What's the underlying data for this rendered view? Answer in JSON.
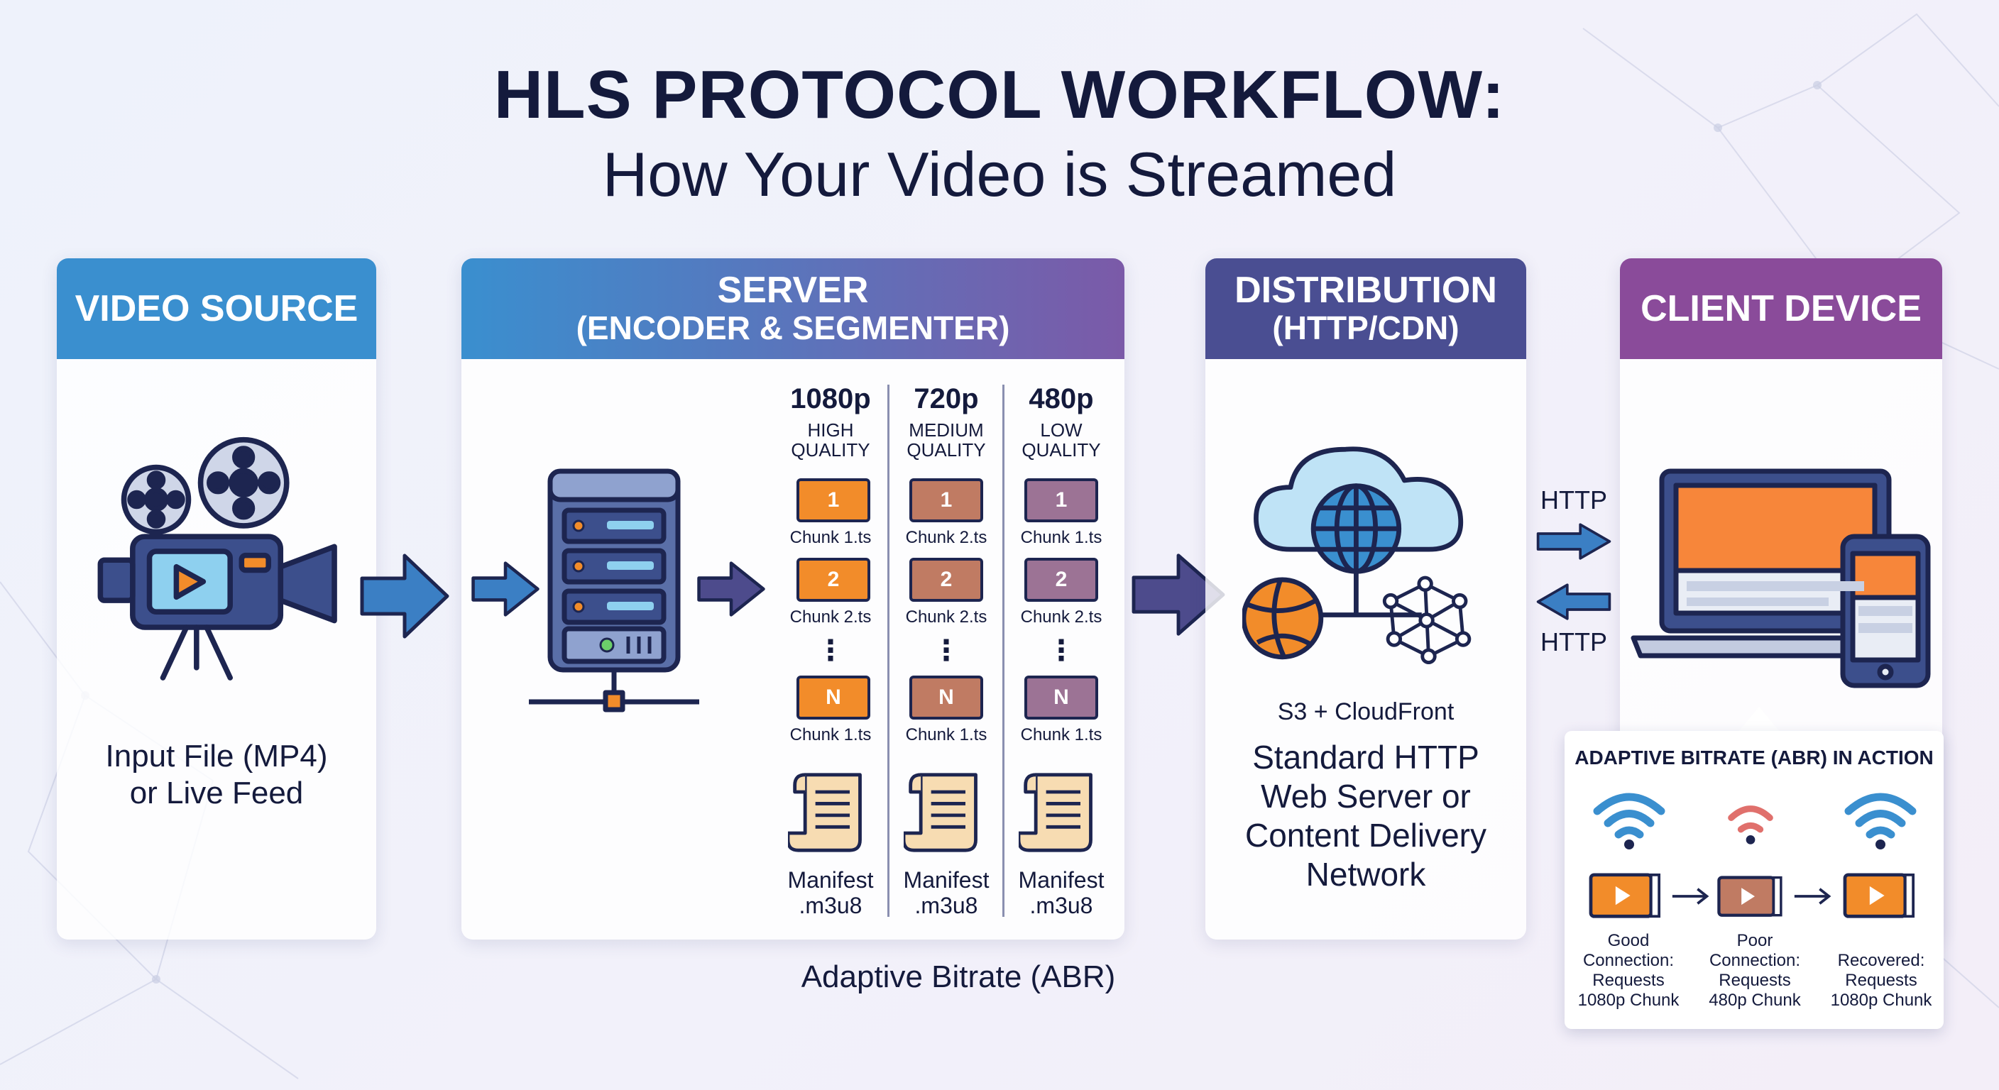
{
  "title": {
    "line1": "HLS PROTOCOL WORKFLOW:",
    "line2": "How Your Video is Streamed"
  },
  "colors": {
    "source_header": "#3a8fcf",
    "server_header_start": "#3a8fcf",
    "server_header_end": "#7b5aa8",
    "distribution_header": "#4a4e92",
    "client_header": "#8a4b9a",
    "arrow_blue": "#3b7fc4",
    "arrow_purple": "#4d4b8c",
    "chunk_high": "#f28c2a",
    "chunk_medium": "#c07b63",
    "chunk_low": "#9c7395"
  },
  "source": {
    "header": "VIDEO SOURCE",
    "icon": "film-camera-icon",
    "caption_line1": "Input File (MP4)",
    "caption_line2": "or Live Feed"
  },
  "server": {
    "header_line1": "SERVER",
    "header_line2": "(ENCODER & SEGMENTER)",
    "icon": "server-rack-icon",
    "footer": "Adaptive Bitrate (ABR)",
    "columns": [
      {
        "resolution": "1080p",
        "quality_line1": "HIGH",
        "quality_line2": "QUALITY",
        "chunks": [
          {
            "num": "1",
            "label": "Chunk 1.ts"
          },
          {
            "num": "2",
            "label": "Chunk 2.ts"
          },
          {
            "num": "N",
            "label": "Chunk 1.ts"
          }
        ],
        "manifest_line1": "Manifest",
        "manifest_line2": ".m3u8"
      },
      {
        "resolution": "720p",
        "quality_line1": "MEDIUM",
        "quality_line2": "QUALITY",
        "chunks": [
          {
            "num": "1",
            "label": "Chunk 2.ts"
          },
          {
            "num": "2",
            "label": "Chunk 2.ts"
          },
          {
            "num": "N",
            "label": "Chunk 1.ts"
          }
        ],
        "manifest_line1": "Manifest",
        "manifest_line2": ".m3u8"
      },
      {
        "resolution": "480p",
        "quality_line1": "LOW",
        "quality_line2": "QUALITY",
        "chunks": [
          {
            "num": "1",
            "label": "Chunk 1.ts"
          },
          {
            "num": "2",
            "label": "Chunk 2.ts"
          },
          {
            "num": "N",
            "label": "Chunk 1.ts"
          }
        ],
        "manifest_line1": "Manifest",
        "manifest_line2": ".m3u8"
      }
    ],
    "dots": "⋮"
  },
  "distribution": {
    "header_line1": "DISTRIBUTION",
    "header_line2": "(HTTP/CDN)",
    "icon": "cloud-cdn-icon",
    "service": "S3 + CloudFront",
    "desc_line1": "Standard HTTP",
    "desc_line2": "Web Server or",
    "desc_line3": "Content Delivery",
    "desc_line4": "Network"
  },
  "transfer": {
    "request_label": "HTTP",
    "response_label": "HTTP"
  },
  "client": {
    "header": "CLIENT DEVICE",
    "icon": "laptop-and-tablet-icon"
  },
  "abr": {
    "title": "ADAPTIVE BITRATE (ABR) IN ACTION",
    "steps": [
      {
        "signal": "strong",
        "line1": "Good",
        "line2": "Connection:",
        "line3": "Requests",
        "line4": "1080p Chunk"
      },
      {
        "signal": "weak",
        "line1": "Poor",
        "line2": "Connection:",
        "line3": "Requests",
        "line4": "480p Chunk"
      },
      {
        "signal": "strong",
        "line1": "",
        "line2": "Recovered:",
        "line3": "Requests",
        "line4": "1080p Chunk"
      }
    ]
  }
}
